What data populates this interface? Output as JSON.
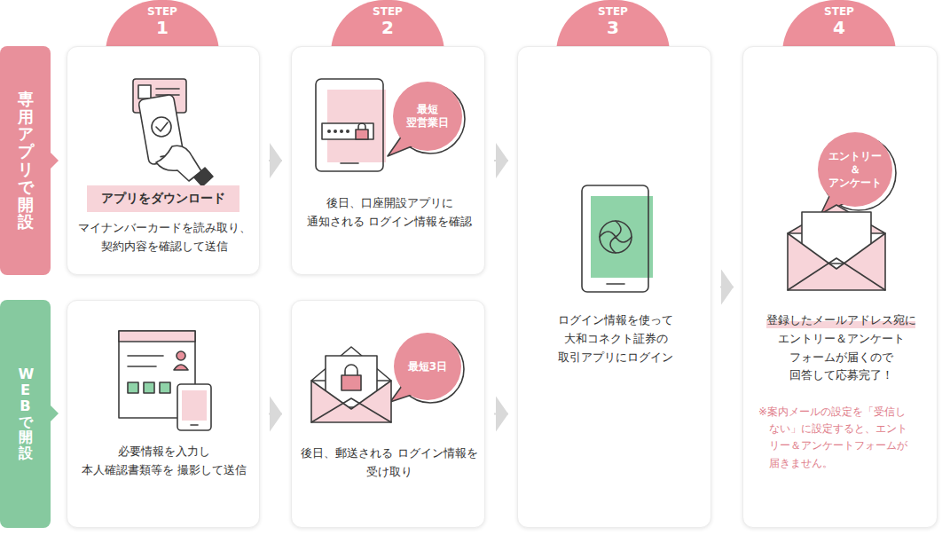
{
  "diagram": {
    "nodes": [
      {
        "text": [
          "STEP",
          "1"
        ]
      },
      {
        "text": [
          "STEP",
          "2"
        ]
      },
      {
        "text": [
          "STEP",
          "3"
        ]
      },
      {
        "text": [
          "STEP",
          "4"
        ]
      },
      {
        "text": [
          "専用アプリで開設"
        ]
      },
      {
        "text": [
          "アプリをダウンロード",
          "マイナンバーカードを読み取り、 契約内容を確認して送信"
        ]
      },
      {
        "text": [
          "後日、口座開設アプリに 通知される ログイン情報を確認"
        ]
      },
      {
        "text": [
          "最短 翌営業日"
        ],
        "in": 6
      },
      {
        "text": [
          "ログイン情報を使って 大和コネクト証券の 取引アプリにログイン"
        ]
      },
      {
        "text": [
          "登録したメールアドレス宛に エントリー＆アンケート フォームが届くので 回答して応募完了！",
          "※案内メールの設定を「受信し ない」に設定すると、エント リー＆アンケートフォームが 届きません。"
        ]
      },
      {
        "text": [
          "エントリー ＆ アンケート"
        ],
        "in": 9
      },
      {
        "text": [
          "WEBで開設"
        ]
      },
      {
        "text": [
          "必要情報を入力し 本人確認書類等を 撮影して送信"
        ]
      },
      {
        "text": [
          "後日、郵送される ログイン情報を 受け取り"
        ]
      },
      {
        "text": [
          "最短3日"
        ],
        "in": 13
      }
    ],
    "edges": [
      {
        "from": 5,
        "to": 6,
        "arrow": "to"
      },
      {
        "from": 6,
        "to": 8,
        "arrow": "to"
      },
      {
        "from": 8,
        "to": 9,
        "arrow": "to"
      },
      {
        "from": 12,
        "to": 13,
        "arrow": "to"
      },
      {
        "from": 13,
        "to": 8,
        "arrow": "to"
      }
    ]
  }
}
